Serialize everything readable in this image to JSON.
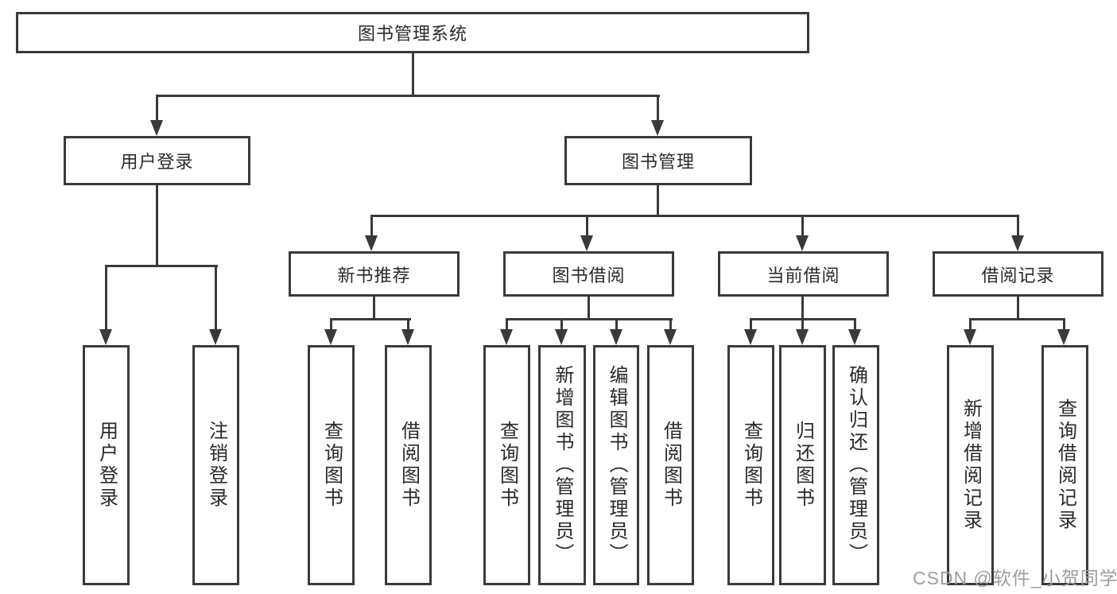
{
  "colors": {
    "line": "#3a3a3a",
    "text": "#2a2a2a",
    "watermark": "#9e9e9e",
    "background": "#ffffff"
  },
  "watermark": {
    "text": "CSDN @软件_小贺同学"
  },
  "diagram": {
    "type": "hierarchy-tree",
    "root": {
      "label": "图书管理系统"
    },
    "branches": [
      {
        "label": "用户登录",
        "children": [
          {
            "label": "用户登录"
          },
          {
            "label": "注销登录"
          }
        ]
      },
      {
        "label": "图书管理",
        "children": [
          {
            "label": "新书推荐",
            "children": [
              {
                "label": "查询图书"
              },
              {
                "label": "借阅图书"
              }
            ]
          },
          {
            "label": "图书借阅",
            "children": [
              {
                "label": "查询图书"
              },
              {
                "label": "新增图书（管理员）"
              },
              {
                "label": "编辑图书（管理员）"
              },
              {
                "label": "借阅图书"
              }
            ]
          },
          {
            "label": "当前借阅",
            "children": [
              {
                "label": "查询图书"
              },
              {
                "label": "归还图书"
              },
              {
                "label": "确认归还（管理员）"
              }
            ]
          },
          {
            "label": "借阅记录",
            "children": [
              {
                "label": "新增借阅记录"
              },
              {
                "label": "查询借阅记录"
              }
            ]
          }
        ]
      }
    ]
  }
}
